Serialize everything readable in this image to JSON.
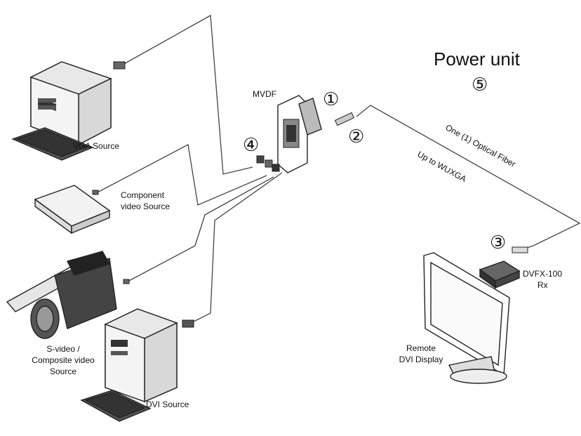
{
  "labels": {
    "vga_source": "VGA Source",
    "component_source_line1": "Component",
    "component_source_line2": "video Source",
    "svideo_line1": "S-video /",
    "svideo_line2": "Composite video",
    "svideo_line3": "Source",
    "dvi_source": "DVI Source",
    "mvdf": "MVDF",
    "power_unit": "Power unit",
    "fiber_line1": "One (1) Optical Fiber",
    "fiber_line2": "Up to WUXGA",
    "dvfx_line1": "DVFX-100",
    "dvfx_line2": "Rx",
    "remote_line1": "Remote",
    "remote_line2": "DVI Display"
  },
  "callouts": {
    "c1": "①",
    "c2": "②",
    "c3": "③",
    "c4": "④",
    "c5": "⑤"
  }
}
